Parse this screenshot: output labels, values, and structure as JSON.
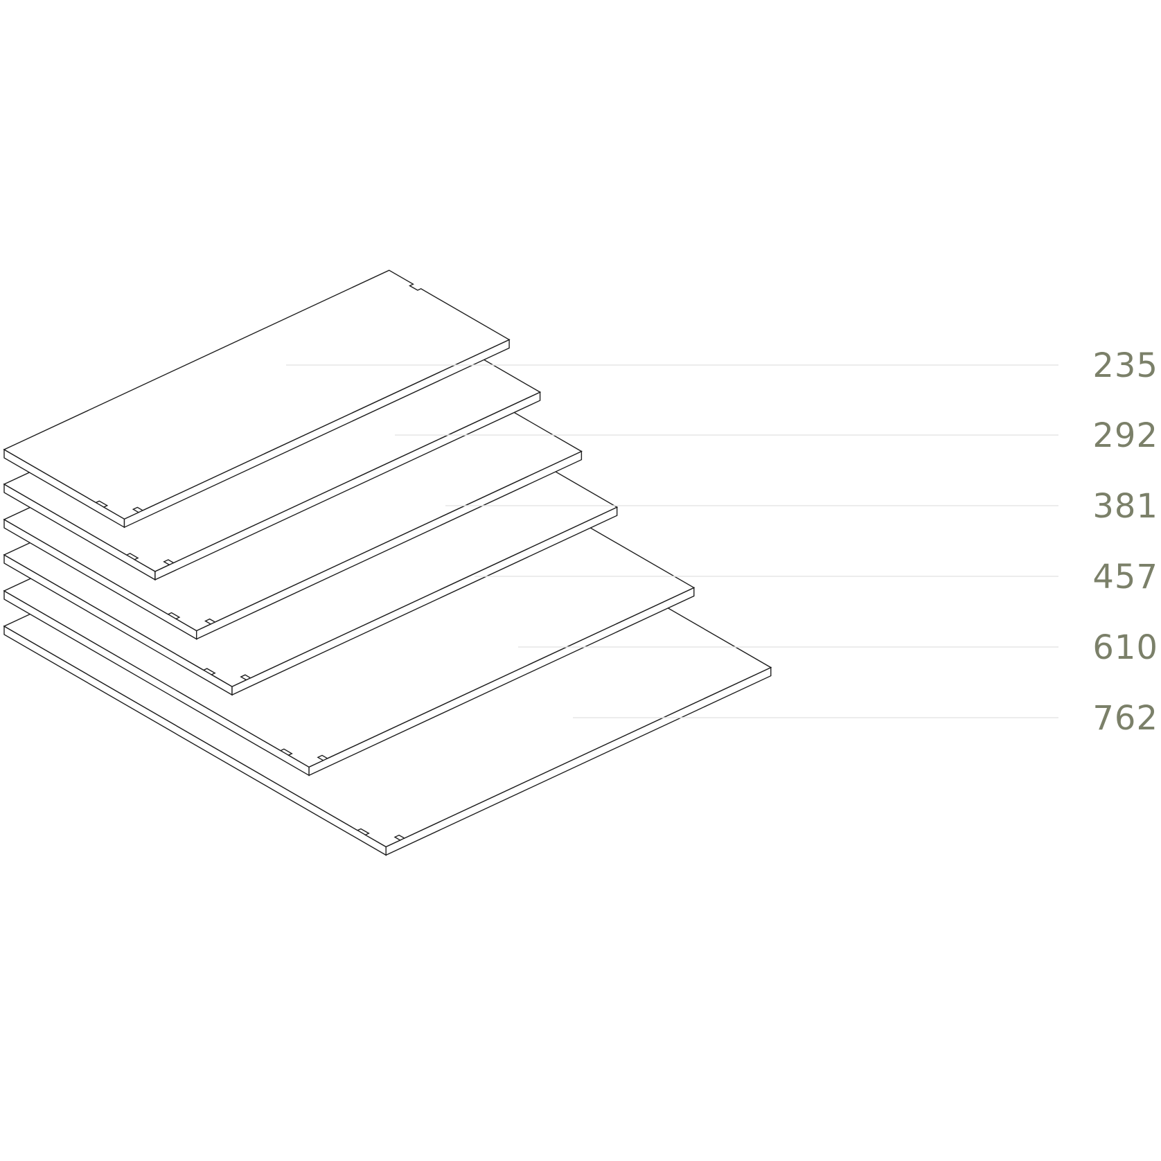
{
  "label_color": "#7b8069",
  "line_color": "#1e1e1e",
  "leader_color": "#e6e6e6",
  "shelves": [
    {
      "size": "235"
    },
    {
      "size": "292"
    },
    {
      "size": "381"
    },
    {
      "size": "457"
    },
    {
      "size": "610"
    },
    {
      "size": "762"
    }
  ]
}
